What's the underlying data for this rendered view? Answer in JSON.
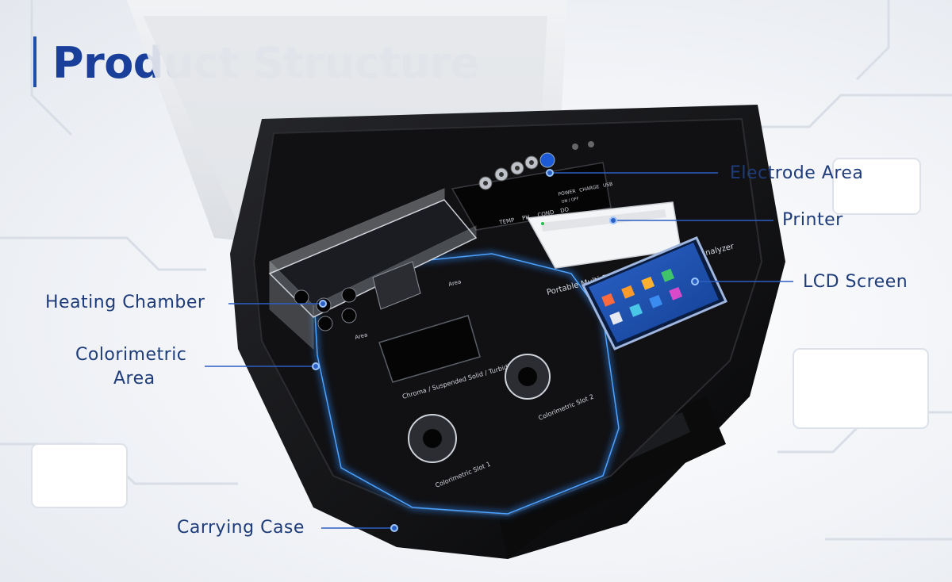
{
  "header": {
    "title": "Product Structure"
  },
  "callouts": {
    "electrode_area": "Electrode Area",
    "printer": "Printer",
    "lcd_screen": "LCD Screen",
    "heating_chamber": "Heating Chamber",
    "colorimetric_area_line1": "Colorimetric",
    "colorimetric_area_line2": "Area",
    "carrying_case": "Carrying Case"
  },
  "panel_text": {
    "analyzer_name": "Portable Multi-Parameter Water Quality Analyzer",
    "turbidity_slot": "Chroma / Suspended Solid / Turbidity",
    "colorimetric_slot_1": "Colorimetric Slot 1",
    "colorimetric_slot_2": "Colorimetric Slot 2",
    "area_left": "Area",
    "area_right": "Area",
    "electrode_temp": "TEMP",
    "electrode_ph": "PH",
    "electrode_cond": "COND",
    "electrode_do": "DO",
    "power_label": "POWER",
    "power_switch": "ON / OFF",
    "charge_label": "CHARGE",
    "usb_label": "USB"
  },
  "colors": {
    "title": "#1a3f9a",
    "accent_line": "#2c5fc4",
    "case_body": "#0d0d0f",
    "glow": "#2f8cff"
  }
}
